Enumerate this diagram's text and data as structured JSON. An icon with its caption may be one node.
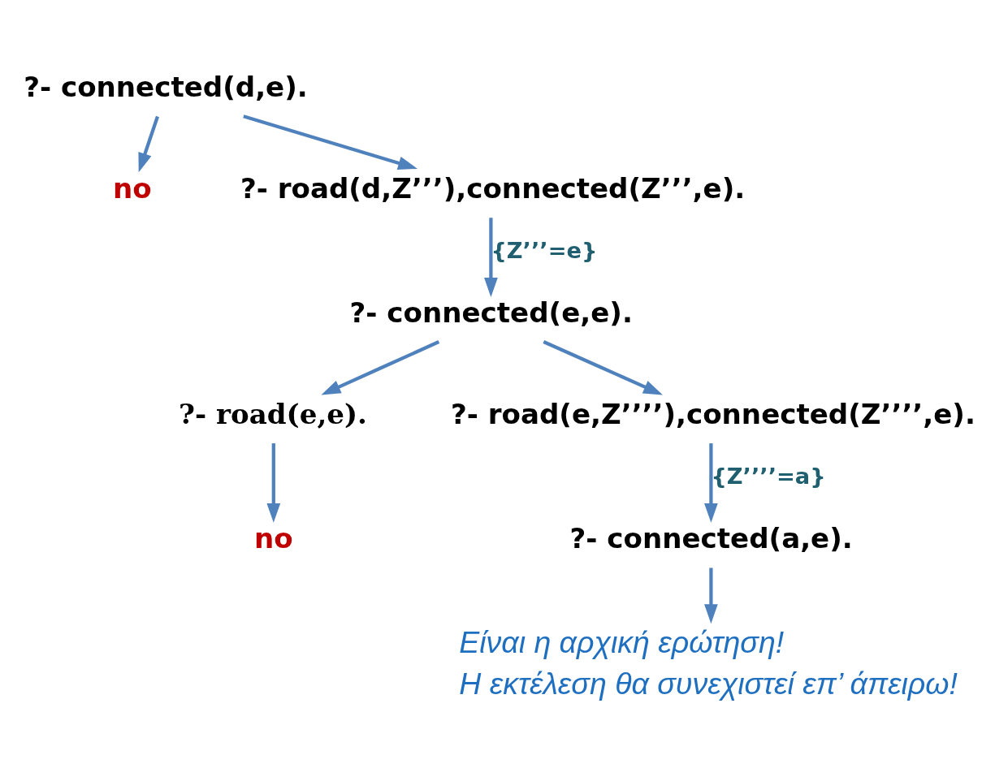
{
  "diagram": {
    "nodes": [
      {
        "text": [
          "?- connected(d,e)."
        ]
      },
      {
        "text": [
          "no"
        ]
      },
      {
        "text": [
          "?- road(d,Z’’’),connected(Z’’’,e)."
        ]
      },
      {
        "text": [
          "?- connected(e,e)."
        ]
      },
      {
        "text": [
          "?- road(e,e)."
        ]
      },
      {
        "text": [
          "?- road(e,Z’’’’),connected(Z’’’’,e)."
        ]
      },
      {
        "text": [
          "no"
        ]
      },
      {
        "text": [
          "?- connected(a,e)."
        ]
      },
      {
        "text": [
          "Είναι η αρχική ερώτηση!",
          "Η εκτέλεση θα συνεχιστεί επ’ άπειρω!"
        ]
      }
    ],
    "edges": [
      {
        "from": 0,
        "to": 1,
        "arrow": "to"
      },
      {
        "from": 0,
        "to": 2,
        "arrow": "to"
      },
      {
        "from": 2,
        "to": 3,
        "arrow": "to",
        "label": "{Z’’’=e}"
      },
      {
        "from": 3,
        "to": 4,
        "arrow": "to"
      },
      {
        "from": 3,
        "to": 5,
        "arrow": "to"
      },
      {
        "from": 4,
        "to": 6,
        "arrow": "to"
      },
      {
        "from": 5,
        "to": 7,
        "arrow": "to",
        "label": "{Z’’’’=a}"
      },
      {
        "from": 7,
        "to": 8,
        "arrow": "to"
      }
    ]
  }
}
